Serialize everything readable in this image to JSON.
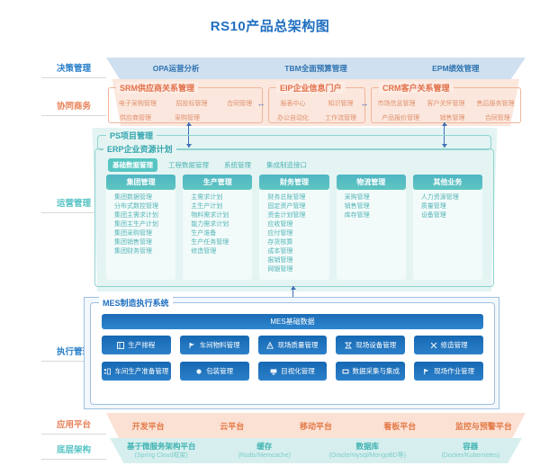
{
  "title": "RS10产品总架构图",
  "rail": [
    {
      "name": "decision",
      "label": "决策管理",
      "color": "#2a7fc9"
    },
    {
      "name": "collaboration",
      "label": "协同商务",
      "color": "#e8835a"
    },
    {
      "name": "operation",
      "label": "运营管理",
      "color": "#57c3c4"
    },
    {
      "name": "execution",
      "label": "执行管理",
      "color": "#2a7fc9"
    },
    {
      "name": "application",
      "label": "应用平台",
      "color": "#e8835a"
    },
    {
      "name": "infrastructure",
      "label": "底层架构",
      "color": "#57c3c4"
    }
  ],
  "decision": {
    "items": [
      "OPA运营分析",
      "TBM全面预算管理",
      "EPM绩效管理"
    ]
  },
  "collaboration": {
    "groups": [
      {
        "title": "SRM供应商关系管理",
        "row1": [
          "电子采购管理",
          "招投标管理",
          "合同管理"
        ],
        "row2": [
          "供应商管理",
          "采购管理"
        ]
      },
      {
        "title": "EIP企业信息门户",
        "row1": [
          "报表中心",
          "知识管理"
        ],
        "row2": [
          "办公自动化",
          "工作流管理"
        ]
      },
      {
        "title": "CRM客户关系管理",
        "row1": [
          "市场信息管理",
          "客户关怀管理",
          "售后服务管理"
        ],
        "row2": [
          "产品报价管理",
          "销售管理",
          "合同管理"
        ]
      }
    ],
    "connector": "↔"
  },
  "operation": {
    "ps_title": "PS项目管理",
    "erp_title": "ERP企业资源计划",
    "tabs": [
      {
        "label": "基础数据管理",
        "active": true
      },
      {
        "label": "工程数据管理",
        "active": false
      },
      {
        "label": "系统管理",
        "active": false
      },
      {
        "label": "集成制造接口",
        "active": false
      }
    ],
    "columns": [
      {
        "head": "集团管理",
        "items": [
          "集团数据管理",
          "分布式数控管理",
          "集团主需求计划",
          "集团主生产计划",
          "集团采购管理",
          "集团销售管理",
          "集团财务管理"
        ]
      },
      {
        "head": "生产管理",
        "items": [
          "主需求计划",
          "主生产计划",
          "物料需求计划",
          "能力需求计划",
          "生产准备",
          "生产任务管理",
          "修造管理"
        ]
      },
      {
        "head": "财务管理",
        "items": [
          "财务总账管理",
          "固定资产管理",
          "资金计划管理",
          "应收管理",
          "应付管理",
          "存货核算",
          "成本管理",
          "报销管理",
          "网银管理"
        ]
      },
      {
        "head": "物流管理",
        "items": [
          "采购管理",
          "销售管理",
          "库存管理"
        ]
      },
      {
        "head": "其他业务",
        "items": [
          "人力资源管理",
          "质量管理",
          "设备管理"
        ]
      }
    ]
  },
  "execution": {
    "mes_title": "MES制造执行系统",
    "base_bar": "MES基础数据",
    "buttons": [
      {
        "label": "生产排程",
        "icon": "schedule-icon"
      },
      {
        "label": "车间物料管理",
        "icon": "material-icon"
      },
      {
        "label": "现场质量管理",
        "icon": "quality-icon"
      },
      {
        "label": "现场设备管理",
        "icon": "equipment-icon"
      },
      {
        "label": "修造管理",
        "icon": "repair-icon"
      },
      {
        "label": "车间生产准备管理",
        "icon": "prepare-icon"
      },
      {
        "label": "包装管理",
        "icon": "package-icon"
      },
      {
        "label": "目视化管理",
        "icon": "visual-icon"
      },
      {
        "label": "数据采集与集成",
        "icon": "data-icon"
      },
      {
        "label": "现场作业管理",
        "icon": "operation-icon"
      }
    ]
  },
  "application": {
    "items": [
      "开发平台",
      "云平台",
      "移动平台",
      "看板平台",
      "监控与预警平台"
    ]
  },
  "infrastructure": {
    "items": [
      {
        "main": "基于微服务架构平台",
        "sub": "(Spring Cloud框架)"
      },
      {
        "main": "缓存",
        "sub": "(Rsdis/Memcache)"
      },
      {
        "main": "数据库",
        "sub": "(Oracle/mysql/MongoBD等)"
      },
      {
        "main": "容器",
        "sub": "(Docker/Kubernetes)"
      }
    ]
  },
  "colors": {
    "title_blue": "#1f6fc0",
    "band_decision": "#cfe0f0",
    "band_collab": "#fbe7dd",
    "band_operation": "#e3f4f3",
    "band_execution": "#f3f8fd",
    "band_application": "#fbe1d4",
    "band_infrastructure": "#d6efee"
  }
}
